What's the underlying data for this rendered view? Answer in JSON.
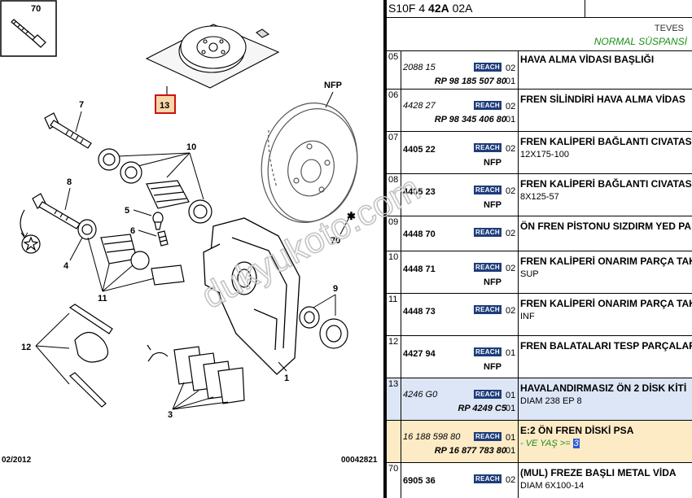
{
  "diagram": {
    "labels": {
      "p70": "70",
      "p13": "13",
      "nfp": "NFP",
      "p7": "7",
      "p10": "10",
      "p8": "8",
      "p5": "5",
      "p6": "6",
      "p4": "4",
      "p11": "11",
      "p70b": "70",
      "p9": "9",
      "p12": "12",
      "p3": "3",
      "p1": "1"
    },
    "date": "02/2012",
    "code": "00042821"
  },
  "watermark": "dukyukoto.com",
  "header": {
    "code_pre": "S10F 4 ",
    "code_bold": "42A",
    "code_post": " 02A",
    "brand": "TEVES",
    "condition": "NORMAL SÜSPANSİ"
  },
  "reach_label": "REACH",
  "rows": [
    {
      "idx": "05",
      "ref": "2088 15",
      "rp": "RP 98 185 507 80",
      "qty1": "02",
      "qty2": "01",
      "desc": "HAVA ALMA VİDASI BAŞLIĞI"
    },
    {
      "idx": "06",
      "ref": "4428 27",
      "rp": "RP 98 345 406 80",
      "qty1": "02",
      "qty2": "01",
      "desc": "FREN SİLİNDİRİ HAVA ALMA VİDAS"
    },
    {
      "idx": "07",
      "ref": "4405 22",
      "nfp": "NFP",
      "qty1": "02",
      "desc": "FREN KALİPERİ BAĞLANTI CIVATAS",
      "desc2": "12X175-100"
    },
    {
      "idx": "08",
      "ref": "4405 23",
      "nfp": "NFP",
      "qty1": "02",
      "desc": "FREN KALİPERİ BAĞLANTI CIVATAS",
      "desc2": "8X125-57"
    },
    {
      "idx": "09",
      "ref": "4448 70",
      "qty1": "02",
      "desc": "ÖN FREN PİSTONU SIZDIRM YED PA"
    },
    {
      "idx": "10",
      "ref": "4448 71",
      "nfp": "NFP",
      "qty1": "02",
      "desc": "FREN KALİPERİ ONARIM PARÇA TAK",
      "desc2": "SUP"
    },
    {
      "idx": "11",
      "ref": "4448 73",
      "qty1": "02",
      "desc": "FREN KALİPERİ ONARIM PARÇA TAK",
      "desc2": "INF"
    },
    {
      "idx": "12",
      "ref": "4427 94",
      "nfp": "NFP",
      "qty1": "01",
      "desc": "FREN BALATALARI TESP PARÇALARI"
    },
    {
      "idx": "13",
      "ref": "4246 G0",
      "rp": "RP 4249 C5",
      "qty1": "01",
      "qty2": "01",
      "desc": "HAVALANDIRMASIZ ÖN 2 DİSK KİTİ",
      "desc2": "DIAM 238 EP 8"
    },
    {
      "idx": "",
      "ref": "16 188 598 80",
      "rp": "RP 16 877 783 80",
      "qty1": "01",
      "qty2": "01",
      "desc": "E:2 ÖN FREN DİSKİ PSA",
      "desc2_pre": "- VE YAŞ >= ",
      "desc2_hl": "3"
    },
    {
      "idx": "70",
      "ref": "6905 36",
      "qty1": "02",
      "desc": "(MUL) FREZE BAŞLI METAL VİDA",
      "desc2": "DIAM 6X100-14"
    }
  ],
  "colors": {
    "reach_bg": "#1d3c7a",
    "row13_bg": "#dde6f7",
    "row_disc_bg": "#fdebc6",
    "green": "#1a8f1a",
    "callout_fill": "#f7d6a8",
    "callout_border": "#cc1111"
  }
}
